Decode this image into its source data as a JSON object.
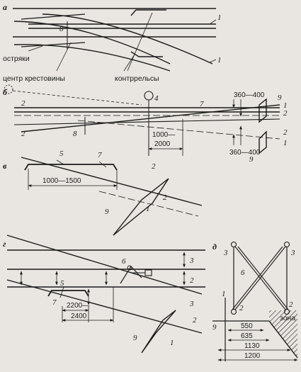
{
  "panels": [
    "а",
    "б",
    "в",
    "г",
    "д"
  ],
  "panel_a": {
    "labels": [
      "1",
      "8",
      "1"
    ],
    "captions": [
      "остряки",
      "центр крестовины",
      "контррельсы"
    ]
  },
  "panel_b": {
    "labels": [
      "2",
      "2",
      "8",
      "4",
      "7",
      "9",
      "1",
      "2",
      "2",
      "1",
      "9"
    ],
    "dims": [
      "360—400",
      "1000—",
      "2000",
      "360—400"
    ]
  },
  "panel_v": {
    "labels": [
      "5",
      "7",
      "2",
      "2",
      "9",
      "1"
    ],
    "dims": [
      "1000—1500"
    ]
  },
  "panel_g": {
    "labels": [
      "6",
      "3",
      "2",
      "5",
      "7",
      "3",
      "2",
      "9",
      "1"
    ],
    "dims": [
      "2200—",
      "2400"
    ]
  },
  "panel_d": {
    "labels": [
      "3",
      "3",
      "6",
      "1",
      "2",
      "2",
      "9"
    ],
    "dims": [
      "550",
      "635",
      "1130",
      "1200"
    ],
    "zone_text": "зона"
  },
  "colors": {
    "ink": "#1a1a1a",
    "paper": "#e9e6e1"
  }
}
